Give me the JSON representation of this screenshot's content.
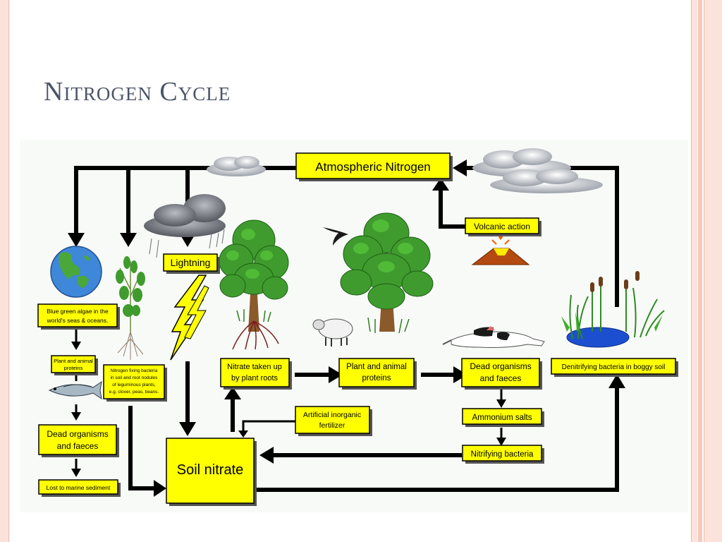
{
  "slide": {
    "title": "Nitrogen Cycle"
  },
  "diagram": {
    "labels": {
      "atmospheric_nitrogen": "Atmospheric Nitrogen",
      "volcanic_action": "Volcanic action",
      "lightning": "Lightning",
      "blue_green_algae_1": "Blue green algae in the",
      "blue_green_algae_2": "world's seas & oceans.",
      "plant_animal_proteins_small_1": "Plant and animal",
      "plant_animal_proteins_small_2": "proteins",
      "nitrogen_fixing_1": "Nitrogen fixing bacteria",
      "nitrogen_fixing_2": "in soil and root nodules",
      "nitrogen_fixing_3": "of leguminous plants,",
      "nitrogen_fixing_4": "e.g. clover, peas, beans.",
      "dead_organisms_left_1": "Dead organisms",
      "dead_organisms_left_2": "and faeces",
      "lost_marine": "Lost to marine sediment",
      "nitrate_taken_1": "Nitrate taken up",
      "nitrate_taken_2": "by plant roots",
      "plant_animal_proteins_1": "Plant and animal",
      "plant_animal_proteins_2": "proteins",
      "dead_organisms_right_1": "Dead organisms",
      "dead_organisms_right_2": "and faeces",
      "denitrifying": "Denitrifying bacteria in boggy soil",
      "artificial_fertilizer_1": "Artificial inorganic",
      "artificial_fertilizer_2": "fertilizer",
      "ammonium_salts": "Ammonium salts",
      "nitrifying_bacteria": "Nitrifying bacteria",
      "soil_nitrate": "Soil nitrate"
    },
    "colors": {
      "box_fill": "#ffff00",
      "arrow": "#000000",
      "accent_border": "#f2b8a8"
    }
  }
}
